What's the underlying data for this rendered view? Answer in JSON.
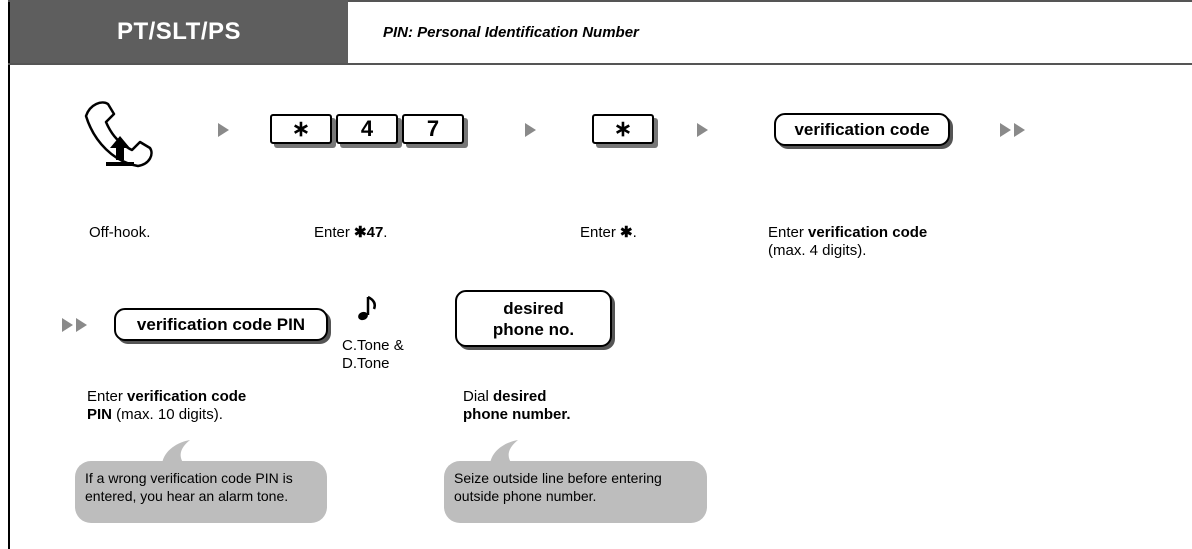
{
  "header": {
    "tab_label": "PT/SLT/PS",
    "subtitle": "PIN: Personal Identification Number"
  },
  "steps": {
    "offhook_caption": "Off-hook.",
    "keys_star47": [
      "∗",
      "4",
      "7"
    ],
    "enter_star47": {
      "prefix": "Enter ",
      "code": "✱47",
      "suffix": "."
    },
    "key_star": "∗",
    "enter_star": {
      "prefix": "Enter ",
      "code": "✱",
      "suffix": "."
    },
    "verification_code_label": "verification code",
    "verification_code_caption": {
      "prefix": "Enter ",
      "bold": "verification code",
      "rest": "(max. 4 digits)."
    },
    "pin_label": "verification code PIN",
    "tone_label_1": "C.Tone &",
    "tone_label_2": "D.Tone",
    "desired_label_1": "desired",
    "desired_label_2": "phone no.",
    "pin_caption": {
      "prefix": "Enter ",
      "bold1": "verification code",
      "bold2": "PIN",
      "rest": " (max. 10 digits)."
    },
    "dial_caption": {
      "prefix": "Dial ",
      "bold1": "desired",
      "bold2": "phone number."
    }
  },
  "notes": {
    "pin_note": [
      "If a wrong verification code PIN is",
      "entered, you hear an alarm tone."
    ],
    "outside_note": [
      "Seize outside line before entering",
      "outside phone number."
    ]
  },
  "colors": {
    "header_bg": "#5e5e5e",
    "arrow": "#8a8a8a",
    "bubble": "#bdbdbd"
  }
}
